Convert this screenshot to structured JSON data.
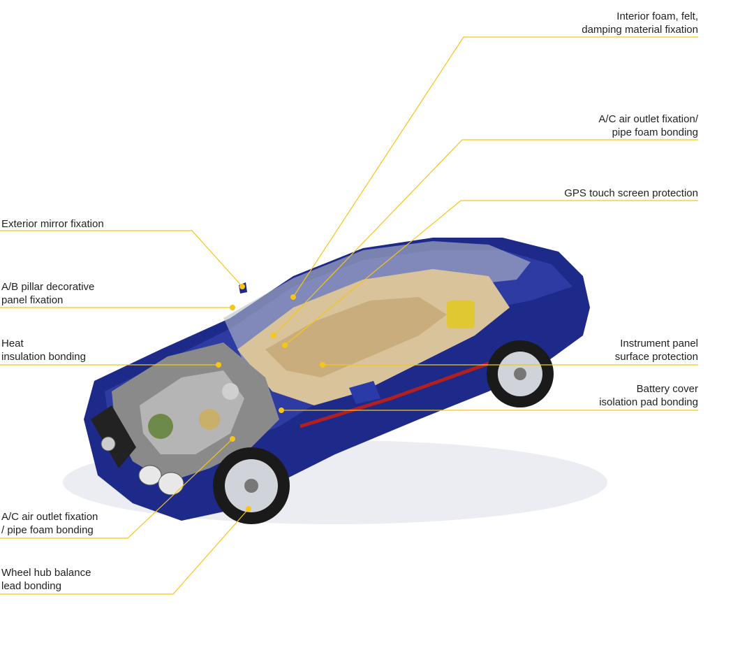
{
  "colors": {
    "leader_line": "#f5c518",
    "dot": "#f5c518",
    "car_body": "#1e2a8a",
    "car_body_light": "#3a49b8",
    "interior": "#d9c39a",
    "engine": "#8a8a8a",
    "text": "#222222"
  },
  "labels": {
    "interior_foam": [
      "Interior foam, felt,",
      "damping material fixation"
    ],
    "ac_outlet_right": [
      "A/C air outlet fixation/",
      "pipe foam bonding"
    ],
    "gps": [
      "GPS touch screen protection"
    ],
    "exterior_mirror": [
      "Exterior mirror fixation"
    ],
    "ab_pillar": [
      "A/B pillar decorative",
      "panel fixation"
    ],
    "heat_insulation": [
      "Heat",
      "insulation bonding"
    ],
    "instrument_panel": [
      "Instrument panel",
      "surface protection"
    ],
    "battery_cover": [
      "Battery cover",
      "isolation pad bonding"
    ],
    "ac_outlet_left": [
      "A/C air outlet fixation",
      "/ pipe foam bonding"
    ],
    "wheel_hub": [
      "Wheel hub balance",
      "lead bonding"
    ]
  }
}
